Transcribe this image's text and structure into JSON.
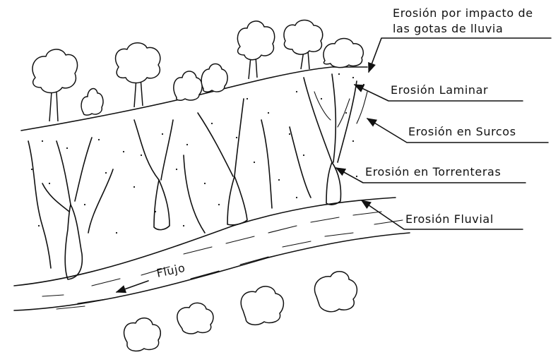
{
  "labels": {
    "raindrop_line1": "Erosión por impacto de",
    "raindrop_line2": "las gotas de lluvia",
    "laminar": "Erosión Laminar",
    "surcos": "Erosión en Surcos",
    "torrenteras": "Erosión en Torrenteras",
    "fluvial": "Erosión Fluvial",
    "flow": "Flujo"
  }
}
